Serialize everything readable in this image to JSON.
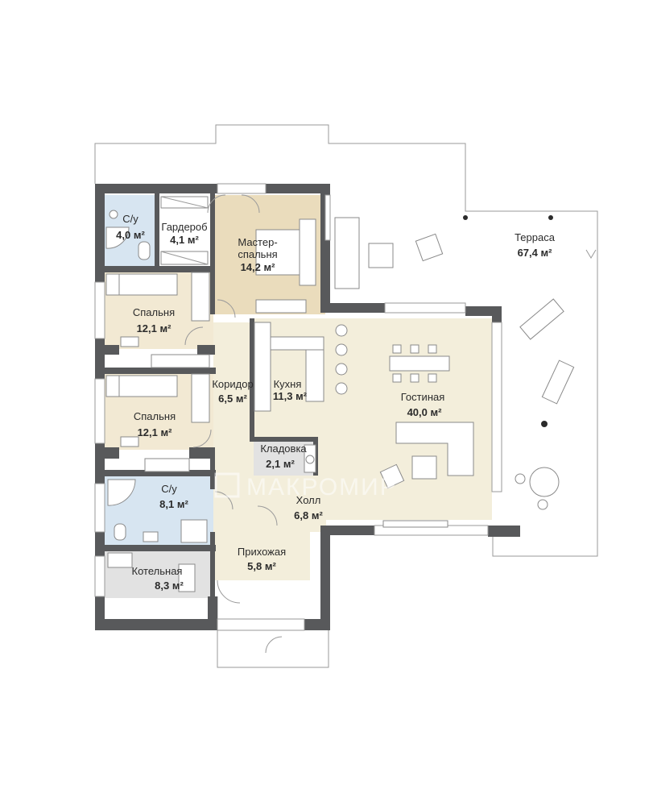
{
  "rooms": {
    "wc1": {
      "name": "С/у",
      "area": "4,0 м²"
    },
    "wardrobe": {
      "name": "Гардероб",
      "area": "4,1 м²"
    },
    "master": {
      "name1": "Мастер-",
      "name2": "спальня",
      "area": "14,2 м²"
    },
    "terrace": {
      "name": "Терраса",
      "area": "67,4 м²"
    },
    "bedroom1": {
      "name": "Спальня",
      "area": "12,1 м²"
    },
    "corridor": {
      "name": "Коридор",
      "area": "6,5 м²"
    },
    "kitchen": {
      "name": "Кухня",
      "area": "11,3 м²"
    },
    "living": {
      "name": "Гостиная",
      "area": "40,0 м²"
    },
    "bedroom2": {
      "name": "Спальня",
      "area": "12,1 м²"
    },
    "pantry": {
      "name": "Кладовка",
      "area": "2,1 м²"
    },
    "wc2": {
      "name": "С/у",
      "area": "8,1 м²"
    },
    "hall": {
      "name": "Холл",
      "area": "6,8 м²"
    },
    "entrance": {
      "name": "Прихожая",
      "area": "5,8 м²"
    },
    "boiler": {
      "name": "Котельная",
      "area": "8,3 м²"
    }
  },
  "watermark": "МАКРОМИР",
  "colors": {
    "wall": "#58595b",
    "bedroom_fill": "#f2e9d3",
    "master_fill": "#eadcbc",
    "living_fill": "#f3eedb",
    "wet_fill": "#d7e5f1",
    "boiler_fill": "#e2e2e2",
    "pantry_fill": "#e2e2e2"
  }
}
